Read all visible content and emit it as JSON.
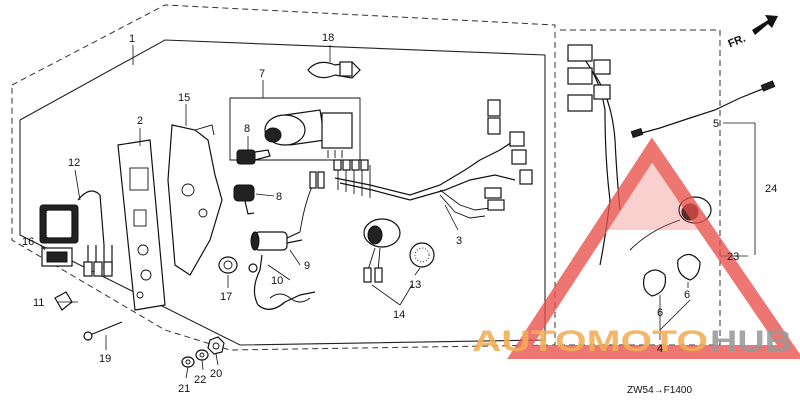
{
  "labels": {
    "p1": "1",
    "p2": "2",
    "p3": "3",
    "p4": "4",
    "p5": "5",
    "p6a": "6",
    "p6b": "6",
    "p7": "7",
    "p8a": "8",
    "p8b": "8",
    "p9": "9",
    "p10": "10",
    "p11": "11",
    "p12": "12",
    "p13": "13",
    "p14": "14",
    "p15": "15",
    "p16": "16",
    "p17": "17",
    "p18": "18",
    "p19": "19",
    "p20": "20",
    "p21": "21",
    "p22": "22",
    "p23": "23",
    "p24": "24"
  },
  "direction": "FR.",
  "diagram_code": "ZW54→F1400",
  "watermark": {
    "brand": "AUTOMOTOHUB",
    "brand_part1": "AUTOMOTO",
    "brand_part2": "HUB",
    "colors": {
      "red": "#e8504a",
      "orange": "#f3ae55",
      "gray": "#9a9a9a"
    }
  }
}
